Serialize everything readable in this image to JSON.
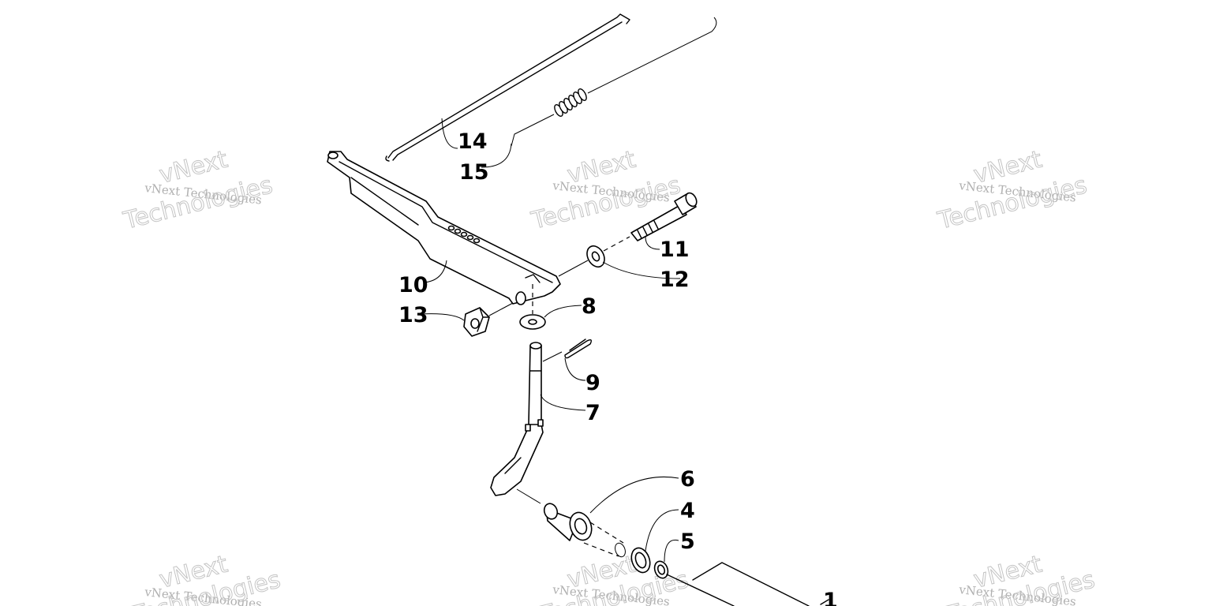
{
  "watermark": {
    "small": "vNext Technologies",
    "big_line1": "vNext",
    "big_line2": "Technologies"
  },
  "callouts": [
    "1",
    "4",
    "5",
    "6",
    "7",
    "8",
    "9",
    "10",
    "11",
    "12",
    "13",
    "14",
    "15"
  ]
}
